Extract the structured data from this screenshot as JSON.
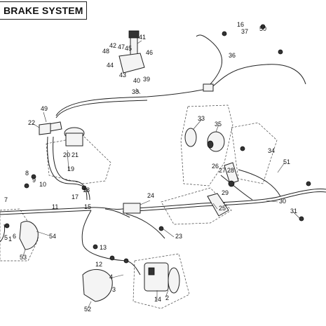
{
  "title": "BRAKE SYSTEM",
  "callouts": [
    "1",
    "2",
    "3",
    "4",
    "5",
    "6",
    "7",
    "8",
    "9",
    "10",
    "11",
    "12",
    "13",
    "14",
    "15",
    "16",
    "17",
    "18",
    "19",
    "20",
    "21",
    "22",
    "23",
    "24",
    "25",
    "26",
    "27",
    "28",
    "29",
    "30",
    "31",
    "33",
    "34",
    "35",
    "36",
    "37",
    "38",
    "39",
    "40",
    "41",
    "42",
    "43",
    "44",
    "45",
    "46",
    "47",
    "48",
    "49",
    "50",
    "51",
    "52",
    "53",
    "54"
  ]
}
